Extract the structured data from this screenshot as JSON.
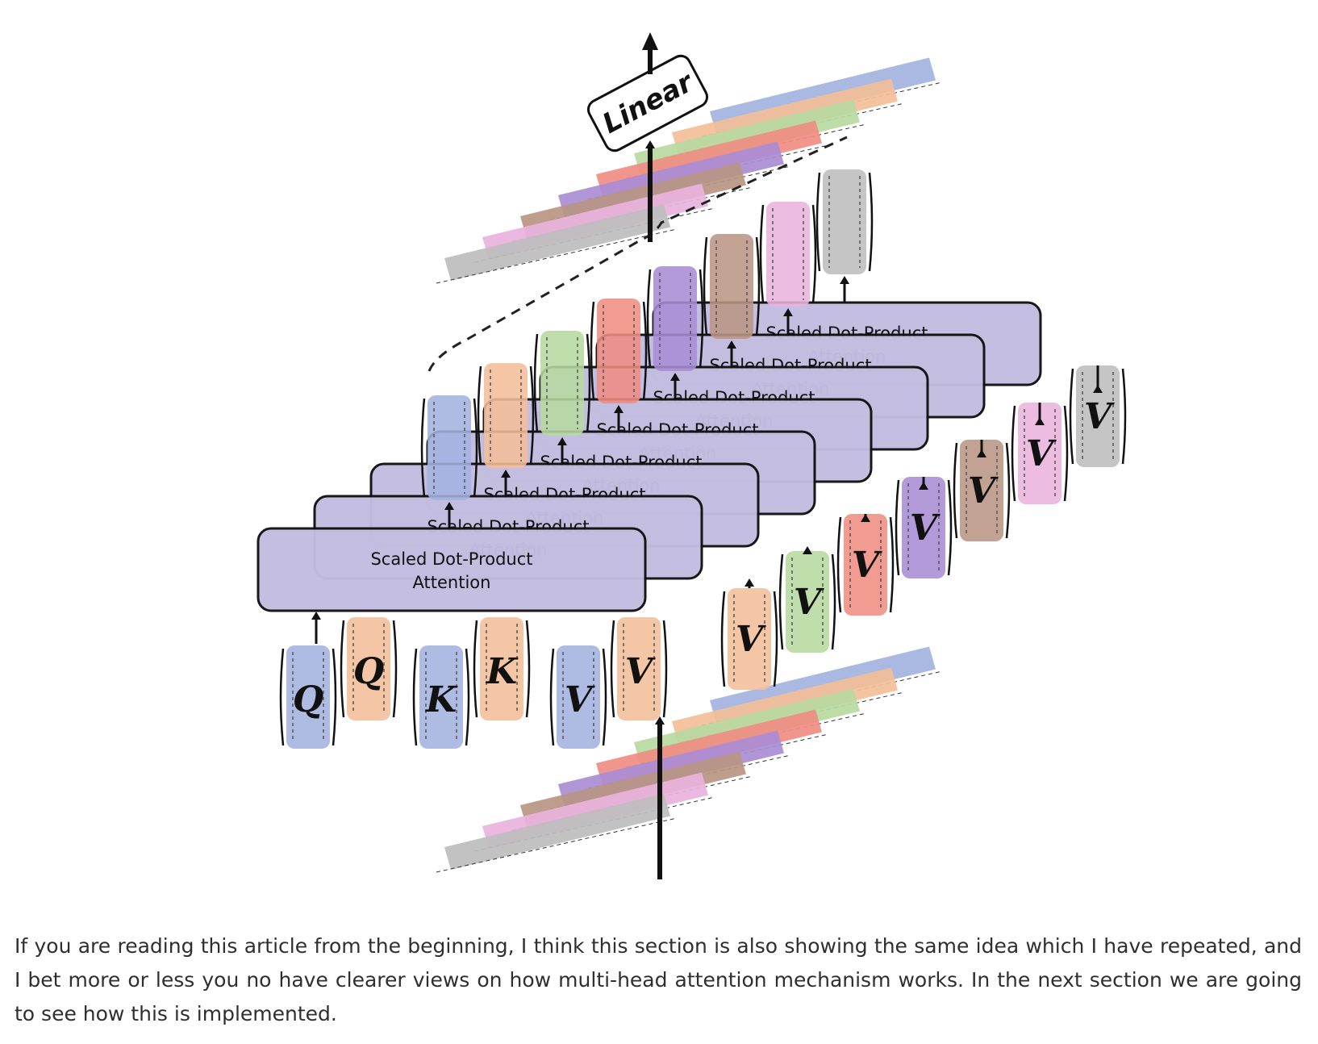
{
  "figure": {
    "linear_label": "Linear",
    "head_label_line1": "Scaled Dot-Product",
    "head_label_line2": "Attention",
    "q_letter": "Q",
    "k_letter": "K",
    "v_letter": "V",
    "head_colors": [
      "#a3b3e0",
      "#f3be98",
      "#b7d9a0",
      "#ef8d82",
      "#a98cd4",
      "#b99583",
      "#e9b3dd",
      "#bdbdbd"
    ],
    "box_fill": "#c3bde0",
    "box_stroke": "#111111"
  },
  "article": {
    "paragraph": "If you are reading this article from the beginning, I think this section is also showing the same idea which I have repeated, and I bet more or less you no have clearer views on how multi-head attention mechanism works. In the next section we are going to see how this is implemented."
  }
}
